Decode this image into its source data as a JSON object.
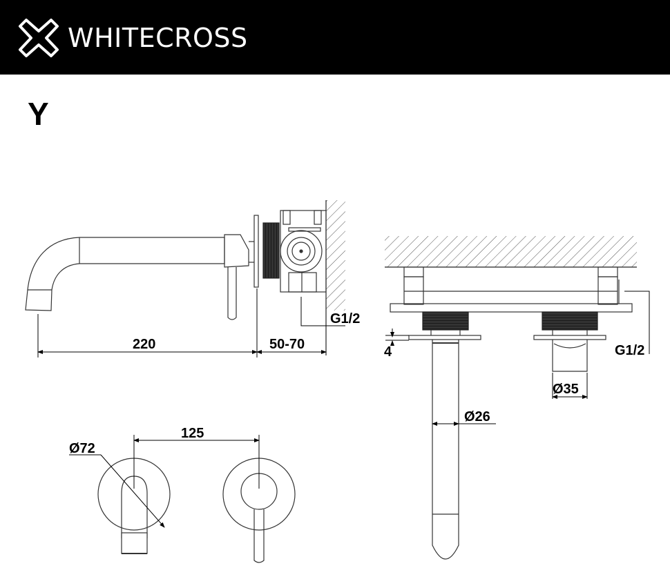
{
  "header": {
    "brand": "WHITECROSS",
    "logo_icon": "cross-outline-icon",
    "background": "#000000",
    "text_color": "#ffffff"
  },
  "variant_label": "Y",
  "side_view": {
    "dimensions": {
      "spout_length": "220",
      "wall_depth": "50-70",
      "connection": "G1/2"
    }
  },
  "top_view": {
    "dimensions": {
      "plate_thickness": "4",
      "connection": "G1/2",
      "handle_diameter": "Ø35",
      "spout_diameter": "Ø26"
    }
  },
  "front_view": {
    "dimensions": {
      "centers": "125",
      "plate_diameter": "Ø72"
    }
  }
}
